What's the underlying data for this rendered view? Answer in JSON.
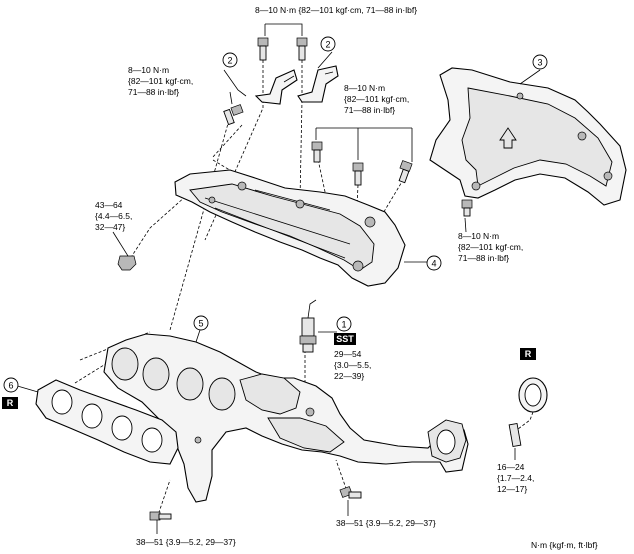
{
  "callouts": [
    {
      "id": "c2a",
      "num": "2"
    },
    {
      "id": "c2b",
      "num": "2"
    },
    {
      "id": "c3",
      "num": "3"
    },
    {
      "id": "c4",
      "num": "4"
    },
    {
      "id": "c5",
      "num": "5"
    },
    {
      "id": "c1",
      "num": "1"
    },
    {
      "id": "c6",
      "num": "6"
    }
  ],
  "tags": {
    "sst": "SST",
    "replace_gasket": "R",
    "replace_ring": "R"
  },
  "torque": {
    "top": [
      "8—10 N·m {82—101 kgf·cm, 71—88 in·lbf}"
    ],
    "left_bolt": [
      "8—10 N·m",
      "{82—101 kgf·cm,",
      "71—88 in·lbf}"
    ],
    "center_bolts": [
      "8—10 N·m",
      "{82—101 kgf·cm,",
      "71—88 in·lbf}"
    ],
    "right_bolt": [
      "8—10 N·m",
      "{82—101 kgf·cm,",
      "71—88 in·lbf}"
    ],
    "left_nut": [
      "43—64",
      "{4.4—6.5,",
      "32—47}"
    ],
    "sensor": [
      "29—54",
      "{3.0—5.5,",
      "22—39}"
    ],
    "stud": [
      "16—24",
      "{1.7—2.4,",
      "12—17}"
    ],
    "bottom_left": [
      "38—51 {3.9—5.2, 29—37}"
    ],
    "bottom_center": [
      "38—51 {3.9—5.2, 29—37}"
    ]
  },
  "units_note": "N·m {kgf·m, ft·lbf}"
}
